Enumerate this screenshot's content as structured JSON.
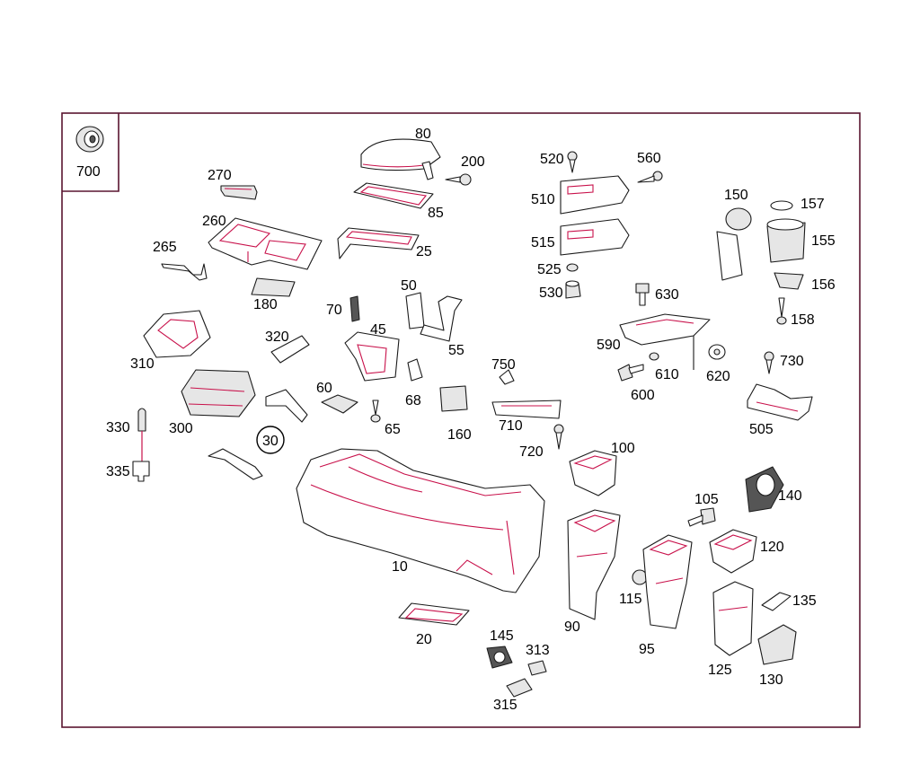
{
  "colors": {
    "frame": "#5a1530",
    "highlight": "#c8104a",
    "text": "#000000"
  },
  "inset": {
    "label": "700"
  },
  "callouts": {
    "c10": "10",
    "c20": "20",
    "c25": "25",
    "c30": "30",
    "c45": "45",
    "c50": "50",
    "c55": "55",
    "c60": "60",
    "c65": "65",
    "c68": "68",
    "c70": "70",
    "c80": "80",
    "c85": "85",
    "c90": "90",
    "c95": "95",
    "c100": "100",
    "c105": "105",
    "c115": "115",
    "c120": "120",
    "c125": "125",
    "c130": "130",
    "c135": "135",
    "c140": "140",
    "c145": "145",
    "c150": "150",
    "c155": "155",
    "c156": "156",
    "c157": "157",
    "c158": "158",
    "c160": "160",
    "c180": "180",
    "c200": "200",
    "c260": "260",
    "c265": "265",
    "c270": "270",
    "c300": "300",
    "c310": "310",
    "c313": "313",
    "c315": "315",
    "c320": "320",
    "c330": "330",
    "c335": "335",
    "c505": "505",
    "c510": "510",
    "c515": "515",
    "c520": "520",
    "c525": "525",
    "c530": "530",
    "c560": "560",
    "c590": "590",
    "c600": "600",
    "c610": "610",
    "c620": "620",
    "c630": "630",
    "c710": "710",
    "c720": "720",
    "c730": "730",
    "c750": "750"
  }
}
